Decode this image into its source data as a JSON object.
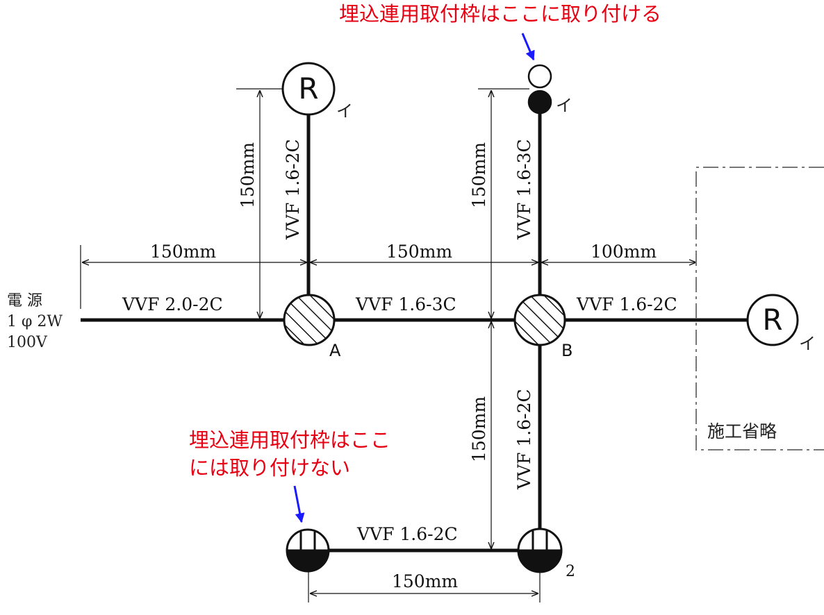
{
  "power": {
    "line1": "電 源",
    "line2": "1 φ 2W",
    "line3": "100V"
  },
  "wires": {
    "source_to_a": "VVF 2.0-2C",
    "a_to_b": "VVF 1.6-3C",
    "b_to_right": "VVF 1.6-2C",
    "a_to_top_light": "VVF 1.6-2C",
    "b_to_top_switch": "VVF 1.6-3C",
    "b_to_bottom_outlet": "VVF 1.6-2C",
    "bottom_outlets": "VVF 1.6-2C"
  },
  "dimensions": {
    "source_to_a": "150mm",
    "a_to_b": "150mm",
    "b_to_boundary": "100mm",
    "a_vertical": "150mm",
    "b_vertical_top": "150mm",
    "b_vertical_bottom": "150mm",
    "bottom_horizontal": "150mm"
  },
  "boxes": {
    "a_label": "A",
    "b_label": "B"
  },
  "fixtures": {
    "receptacle_symbol": "R",
    "mark_i": "イ",
    "outlet_mark": "2"
  },
  "notes": {
    "top": "埋込連用取付枠はここに取り付ける",
    "bottom_line1": "埋込連用取付枠はここ",
    "bottom_line2": "には取り付けない",
    "omitted": "施工省略"
  },
  "colors": {
    "note": "#e60012",
    "arrow": "#1a1aff",
    "line": "#111111",
    "boundary": "#777777"
  }
}
